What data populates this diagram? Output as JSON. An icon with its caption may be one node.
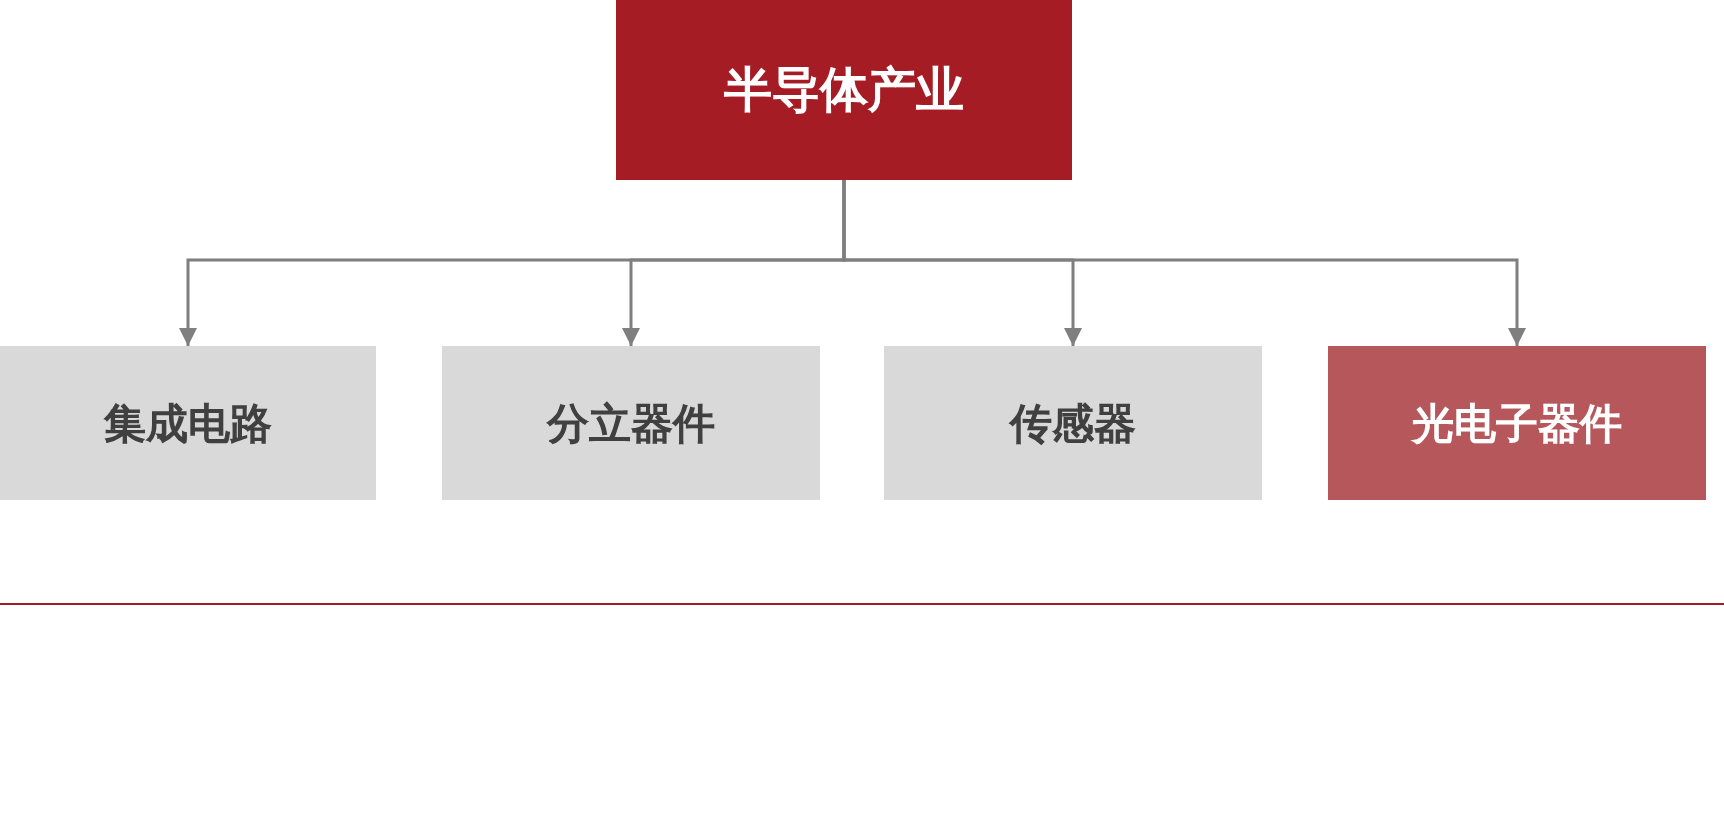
{
  "diagram": {
    "nodes": [
      {
        "text": [
          "半导体产业"
        ]
      },
      {
        "text": [
          "集成电路"
        ]
      },
      {
        "text": [
          "分立器件"
        ]
      },
      {
        "text": [
          "传感器"
        ]
      },
      {
        "text": [
          "光电子器件"
        ]
      }
    ],
    "edges": [
      {
        "from": 0,
        "to": 1,
        "arrow": "to"
      },
      {
        "from": 0,
        "to": 2,
        "arrow": "to"
      },
      {
        "from": 0,
        "to": 3,
        "arrow": "to"
      },
      {
        "from": 0,
        "to": 4,
        "arrow": "to"
      }
    ]
  }
}
